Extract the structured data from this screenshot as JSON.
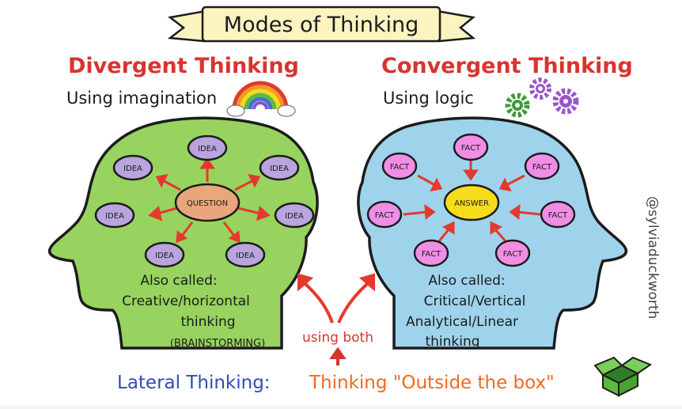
{
  "title": "Modes of Thinking",
  "divergent": {
    "heading": "Divergent Thinking",
    "subheading": "Using imagination",
    "center": "QUESTION",
    "node_label": "IDEA",
    "also_called": "Also called:",
    "desc_line1": "Creative/horizontal",
    "desc_line2": "thinking",
    "desc_line3": "(BRAINSTORMING)"
  },
  "convergent": {
    "heading": "Convergent Thinking",
    "subheading": "Using logic",
    "center": "ANSWER",
    "node_label": "FACT",
    "also_called": "Also called:",
    "desc_line1": "Critical/Vertical",
    "desc_line2": "Analytical/Linear",
    "desc_line3": "thinking"
  },
  "using_both": "using both",
  "lateral": {
    "label": "Lateral Thinking:",
    "text": "Thinking \"Outside the box\""
  },
  "credit": "@sylviaduckworth",
  "colors": {
    "heading_red": "#d8342f",
    "left_head": "#97d35e",
    "right_head": "#9fd3ec",
    "idea_fill": "#b9a4dc",
    "fact_fill": "#f08ee6",
    "question_fill": "#e8a67a",
    "answer_fill": "#f6dd1b",
    "arrow_red": "#e4392d",
    "lateral_blue": "#2d4db3",
    "lateral_orange": "#ee6a24",
    "banner_fill": "#fbf3c0",
    "gear_purple": "#9a55c8",
    "gear_green": "#3f9a3a",
    "box_green": "#5cba3e"
  },
  "icons": [
    "rainbow-icon",
    "gears-icon",
    "open-box-icon",
    "up-arrow-icon"
  ]
}
